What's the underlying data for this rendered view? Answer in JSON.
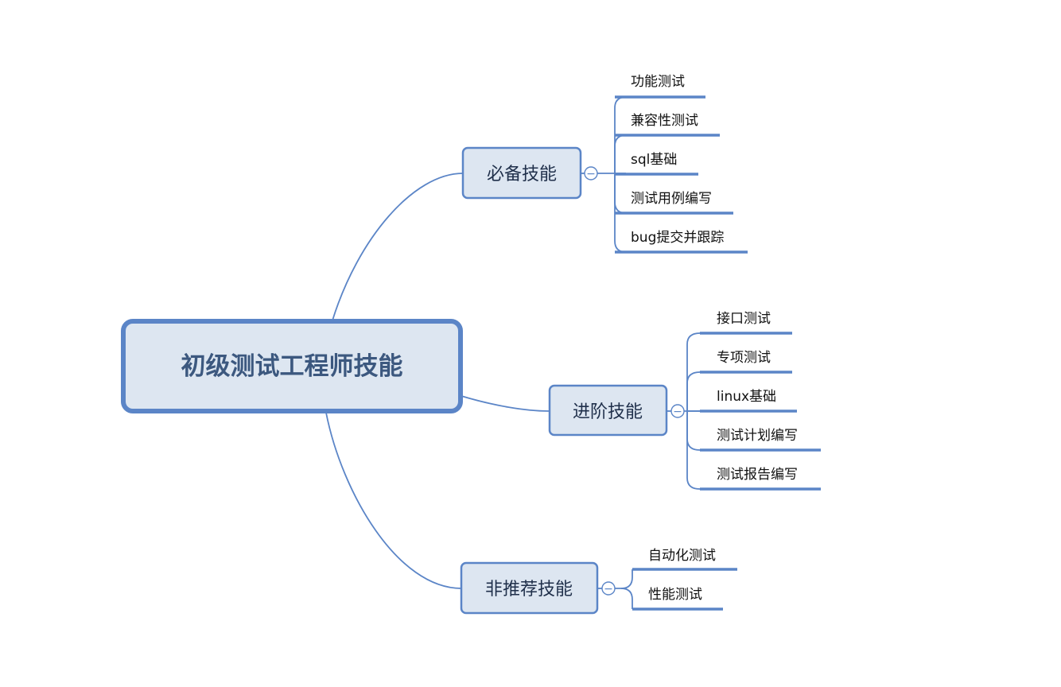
{
  "mindmap": {
    "root": {
      "label": "初级测试工程师技能"
    },
    "branches": [
      {
        "label": "必备技能",
        "collapse_symbol": "−",
        "children": [
          "功能测试",
          "兼容性测试",
          "sql基础",
          "测试用例编写",
          "bug提交并跟踪"
        ]
      },
      {
        "label": "进阶技能",
        "collapse_symbol": "−",
        "children": [
          "接口测试",
          "专项测试",
          "linux基础",
          "测试计划编写",
          "测试报告编写"
        ]
      },
      {
        "label": "非推荐技能",
        "collapse_symbol": "−",
        "children": [
          "自动化测试",
          "性能测试"
        ]
      }
    ]
  },
  "colors": {
    "line": "#5b85c7",
    "node_fill": "#dde6f1",
    "root_border": "#5b85c7",
    "root_text": "#3c587f",
    "branch_text": "#1f2f4a",
    "leaf_text": "#111111"
  }
}
